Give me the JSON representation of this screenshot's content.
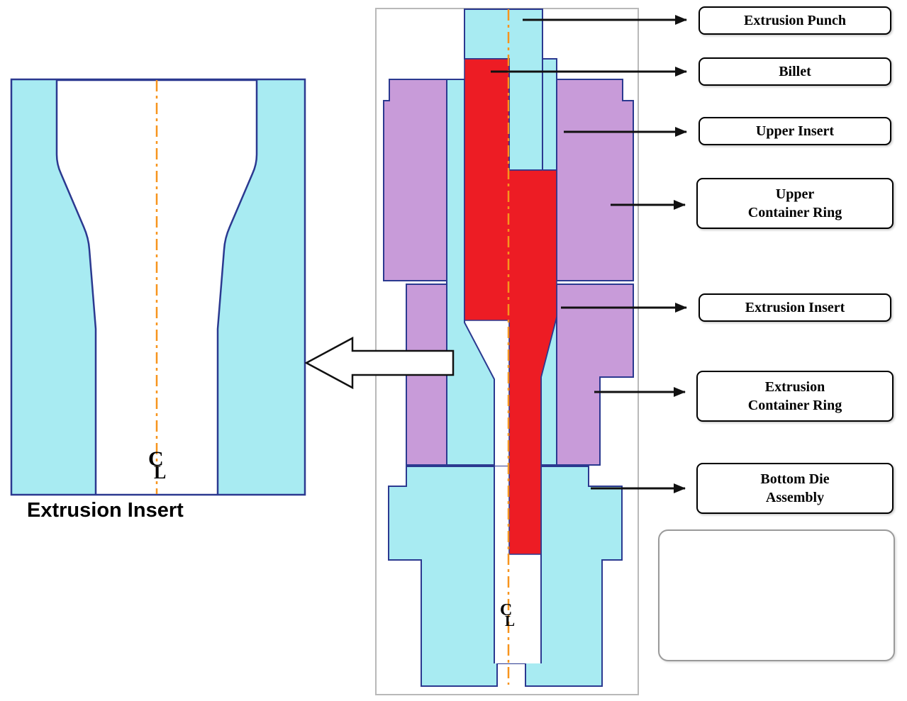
{
  "colors": {
    "cyan": "#a8ebf2",
    "purple": "#c89bd9",
    "red": "#ed1c24",
    "orange": "#f7941d",
    "outline": "#2b3990",
    "frame-border": "#b9b9b9",
    "label-border": "#000000",
    "arrow": "#111111",
    "empty-box-border": "#9a9a9a"
  },
  "detail_view": {
    "caption": "Extrusion Insert",
    "centerline": {
      "c": "C",
      "l": "L"
    }
  },
  "assembly": {
    "centerline": {
      "c": "C",
      "l": "L"
    }
  },
  "labels": [
    {
      "lines": [
        "Extrusion Punch",
        ""
      ]
    },
    {
      "lines": [
        "Billet",
        ""
      ]
    },
    {
      "lines": [
        "Upper Insert",
        ""
      ]
    },
    {
      "lines": [
        "Upper",
        "Container Ring"
      ]
    },
    {
      "lines": [
        "Extrusion Insert",
        ""
      ]
    },
    {
      "lines": [
        "Extrusion",
        "Container Ring"
      ]
    },
    {
      "lines": [
        "Bottom Die",
        "Assembly"
      ]
    }
  ]
}
